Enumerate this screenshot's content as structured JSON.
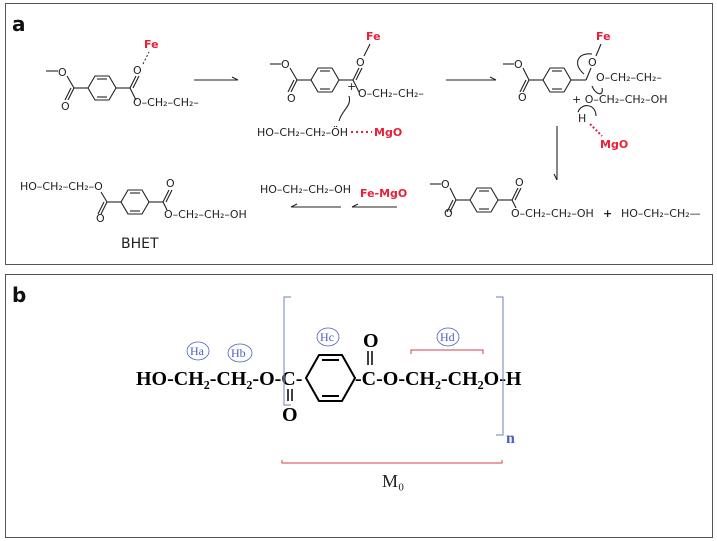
{
  "panel_a": {
    "label": "a",
    "step1": {
      "fe": "Fe",
      "chain": "O–CH₂–CH₂–"
    },
    "step2": {
      "fe": "Fe",
      "plus": "+",
      "chain": "O–CH₂–CH₂–",
      "eg": "HO–CH₂–CH₂–ÖH",
      "mgo": "MgO"
    },
    "step3": {
      "fe": "Fe",
      "chain1": "O–CH₂–CH₂–",
      "chain2": "+ O–CH₂–CH₂–OH",
      "h": "H",
      "mgo": "MgO"
    },
    "step4": {
      "chain": "O–CH₂–CH₂–OH",
      "plus": "+",
      "byproduct": "HO–CH₂–CH₂—"
    },
    "step5": {
      "eg": "HO–CH₂–CH₂–OH",
      "catalyst": "Fe-MgO"
    },
    "product": {
      "left": "HO–CH₂–CH₂–O",
      "right": "O–CH₂–CH₂–OH",
      "name": "BHET"
    }
  },
  "panel_b": {
    "label": "b",
    "left": "HO-CH₂-CH₂-O-C-",
    "right": "-C-O-CH₂-CH₂O-H",
    "carbonyl_o": "O",
    "n": "n",
    "m0": "M₀",
    "proton_labels": [
      "Ha",
      "Hb",
      "Hc",
      "Hd"
    ]
  },
  "colors": {
    "catalyst_red": "#e8203a",
    "nmr_blue": "#4a5fc1",
    "bracket_blue": "#8a96c8",
    "bracket_red": "#d0404a"
  }
}
